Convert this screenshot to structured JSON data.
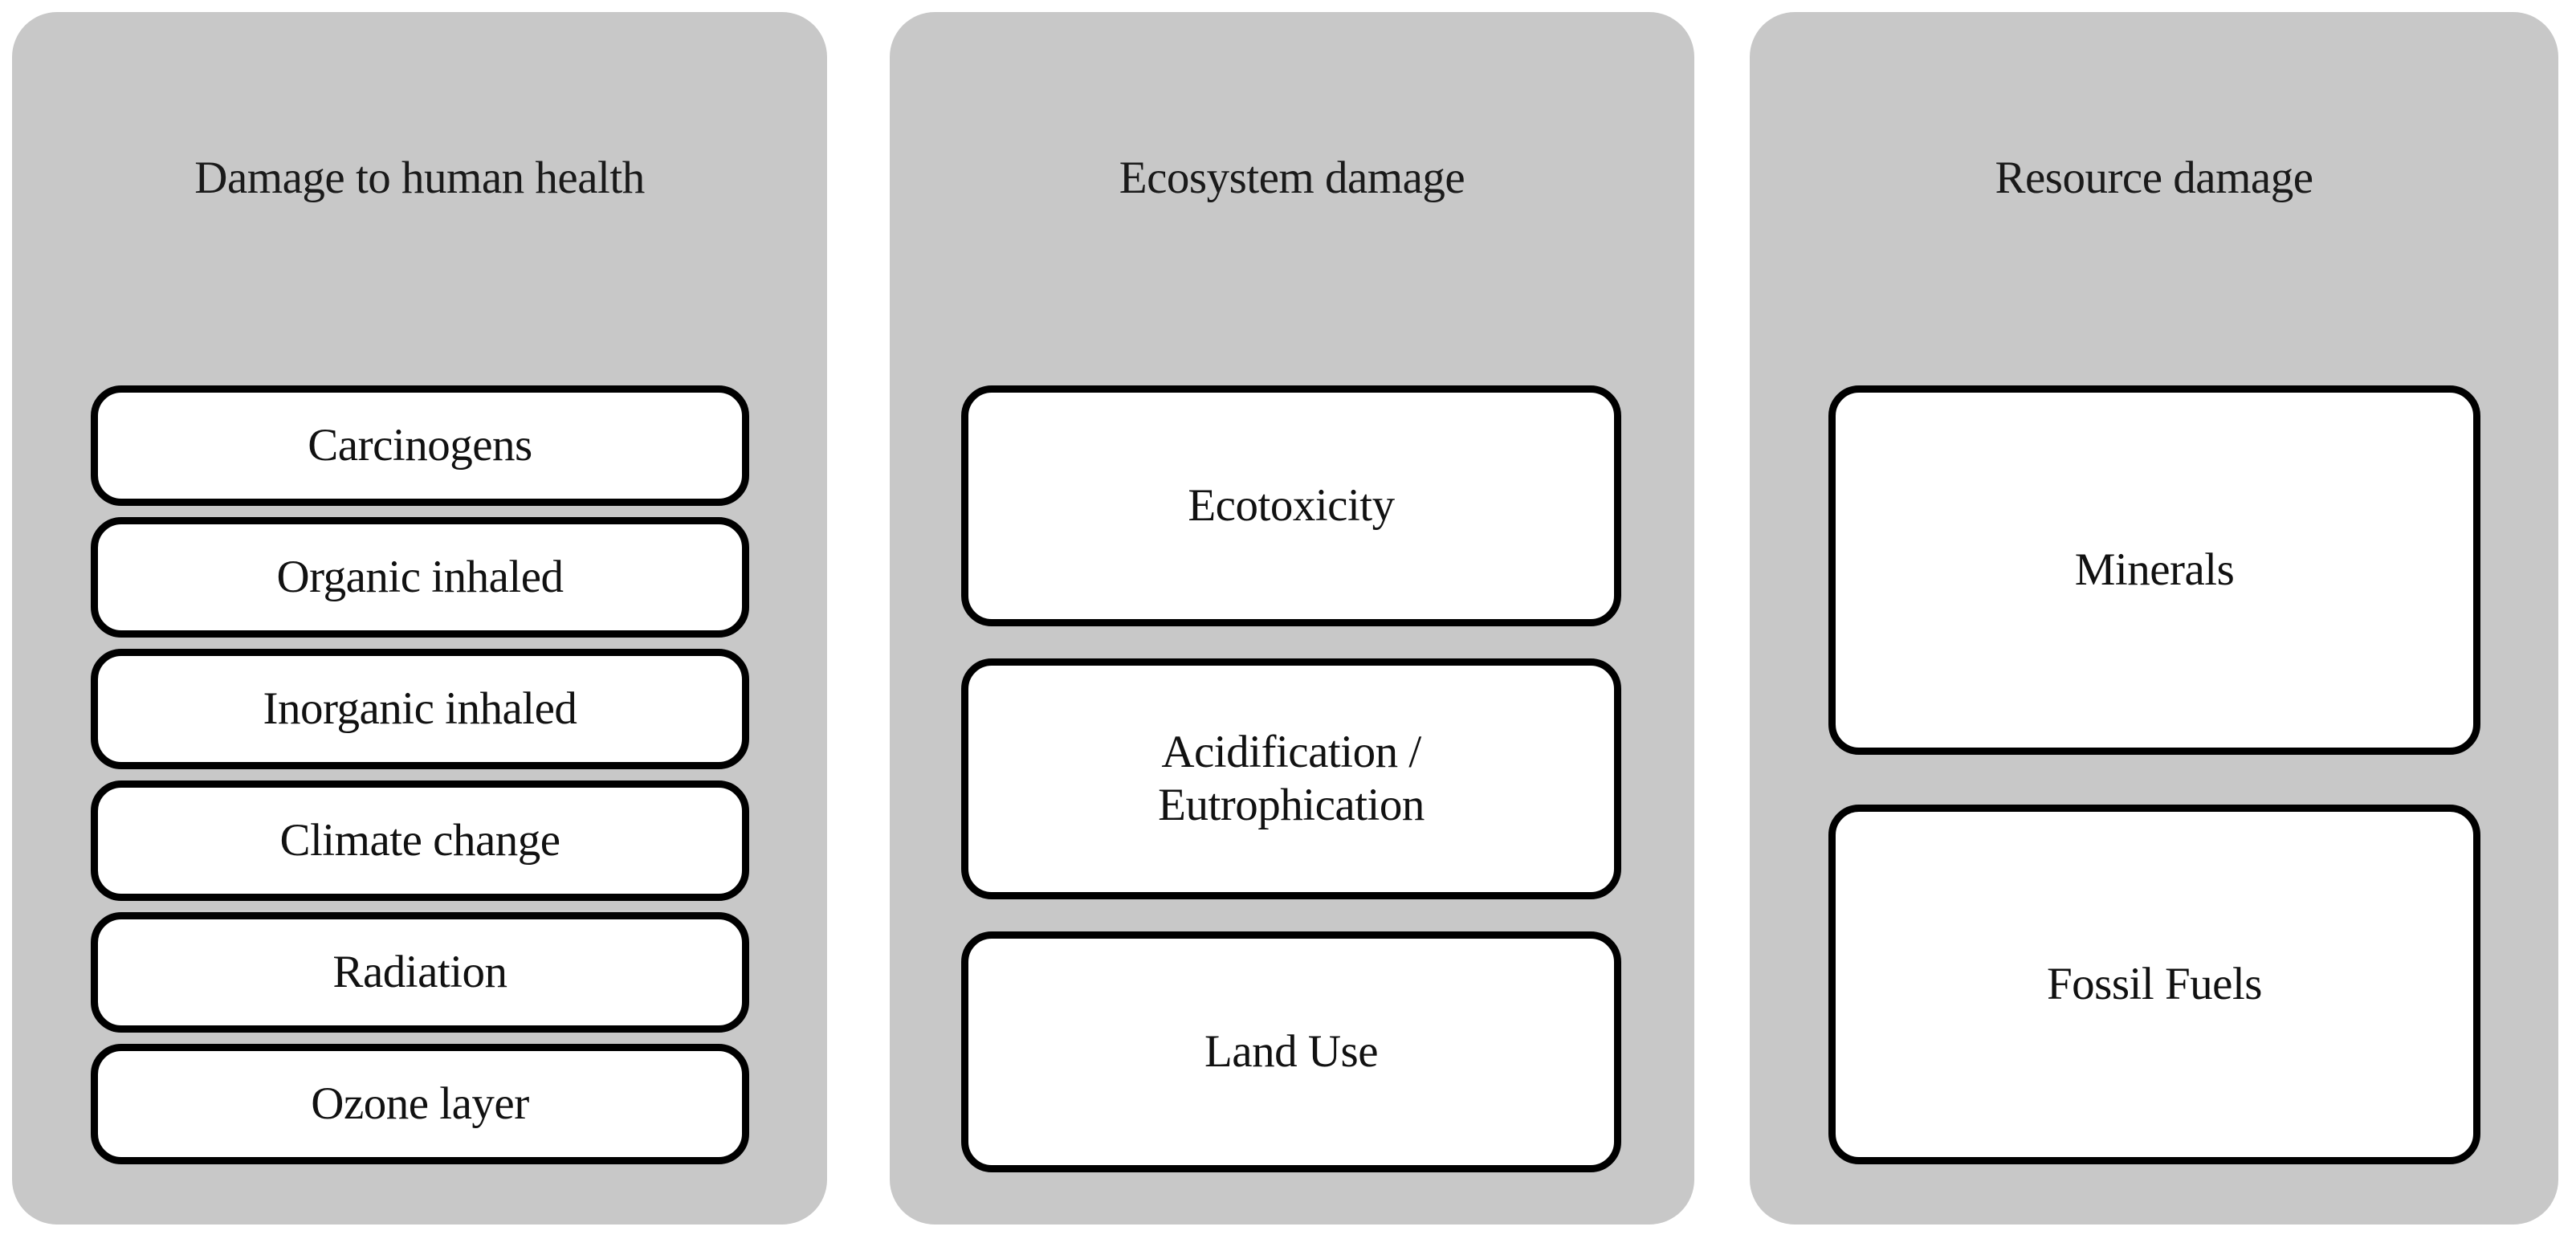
{
  "diagram": {
    "type": "three-column-category-grouping",
    "background_color": "#ffffff",
    "panel_color": "#c8c8c8",
    "box_fill_color": "#ffffff",
    "box_border_color": "#000000",
    "text_color": "#111111",
    "columns": [
      {
        "title": "Damage to human health",
        "items": [
          {
            "label": "Carcinogens"
          },
          {
            "label": "Organic inhaled"
          },
          {
            "label": "Inorganic inhaled"
          },
          {
            "label": "Climate change"
          },
          {
            "label": "Radiation"
          },
          {
            "label": "Ozone layer"
          }
        ]
      },
      {
        "title": "Ecosystem damage",
        "items": [
          {
            "label": "Ecotoxicity"
          },
          {
            "label": "Acidification /\nEutrophication",
            "line1": "Acidification /",
            "line2": "Eutrophication"
          },
          {
            "label": "Land Use"
          }
        ]
      },
      {
        "title": "Resource damage",
        "items": [
          {
            "label": "Minerals"
          },
          {
            "label": "Fossil Fuels"
          }
        ]
      }
    ]
  }
}
